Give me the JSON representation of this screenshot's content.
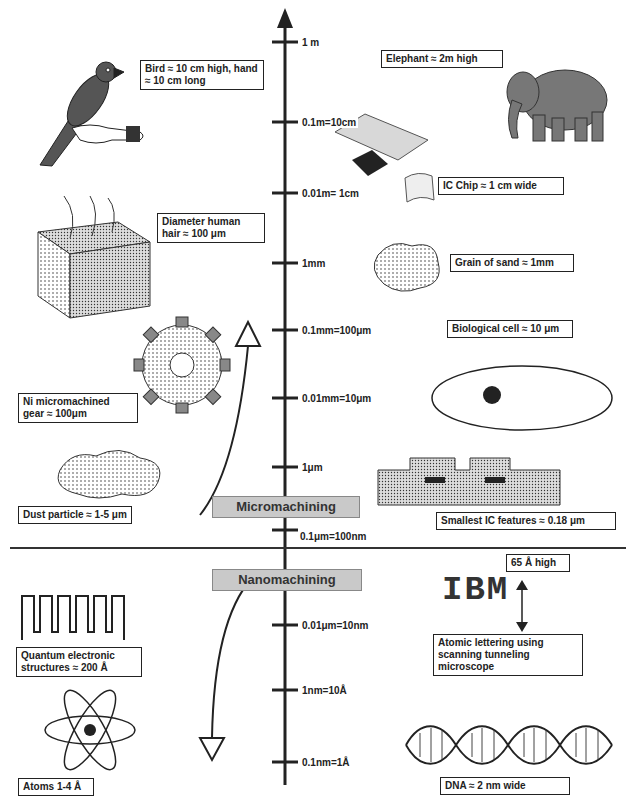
{
  "diagram": {
    "nodes": [
      {
        "text": [
          "Bird ≈ 10 cm high, hand ≈ 10 cm long"
        ]
      },
      {
        "text": [
          "Elephant ≈ 2m high"
        ]
      },
      {
        "text": [
          "IC Chip ≈ 1 cm wide"
        ]
      },
      {
        "text": [
          "Diameter human hair ≈ 100 μm"
        ]
      },
      {
        "text": [
          "Grain of sand ≈ 1mm"
        ]
      },
      {
        "text": [
          "Biological cell ≈ 10 μm"
        ]
      },
      {
        "text": [
          "Ni micromachined gear ≈ 100μm"
        ]
      },
      {
        "text": [
          "Dust particle ≈ 1-5 μm"
        ]
      },
      {
        "text": [
          "Micromachining"
        ]
      },
      {
        "text": [
          "Smallest IC features ≈ 0.18 μm"
        ]
      },
      {
        "text": [
          "Nanomachining"
        ]
      },
      {
        "text": [
          "65 Å high"
        ]
      },
      {
        "text": [
          "Quantum electronic structures ≈ 200 Å"
        ]
      },
      {
        "text": [
          "Atomic lettering using scanning tunneling microscope"
        ]
      },
      {
        "text": [
          "Atoms 1-4 Å"
        ]
      },
      {
        "text": [
          "DNA ≈ 2 nm wide"
        ]
      }
    ],
    "labels": [
      "1 m",
      "0.1m=10cm",
      "0.01m= 1cm",
      "1mm",
      "0.1mm=100μm",
      "0.01mm=10μm",
      "1μm",
      "0.1μm=100nm",
      "0.01μm=10nm",
      "1nm=10Å",
      "0.1nm=1Å",
      "IBM"
    ]
  }
}
